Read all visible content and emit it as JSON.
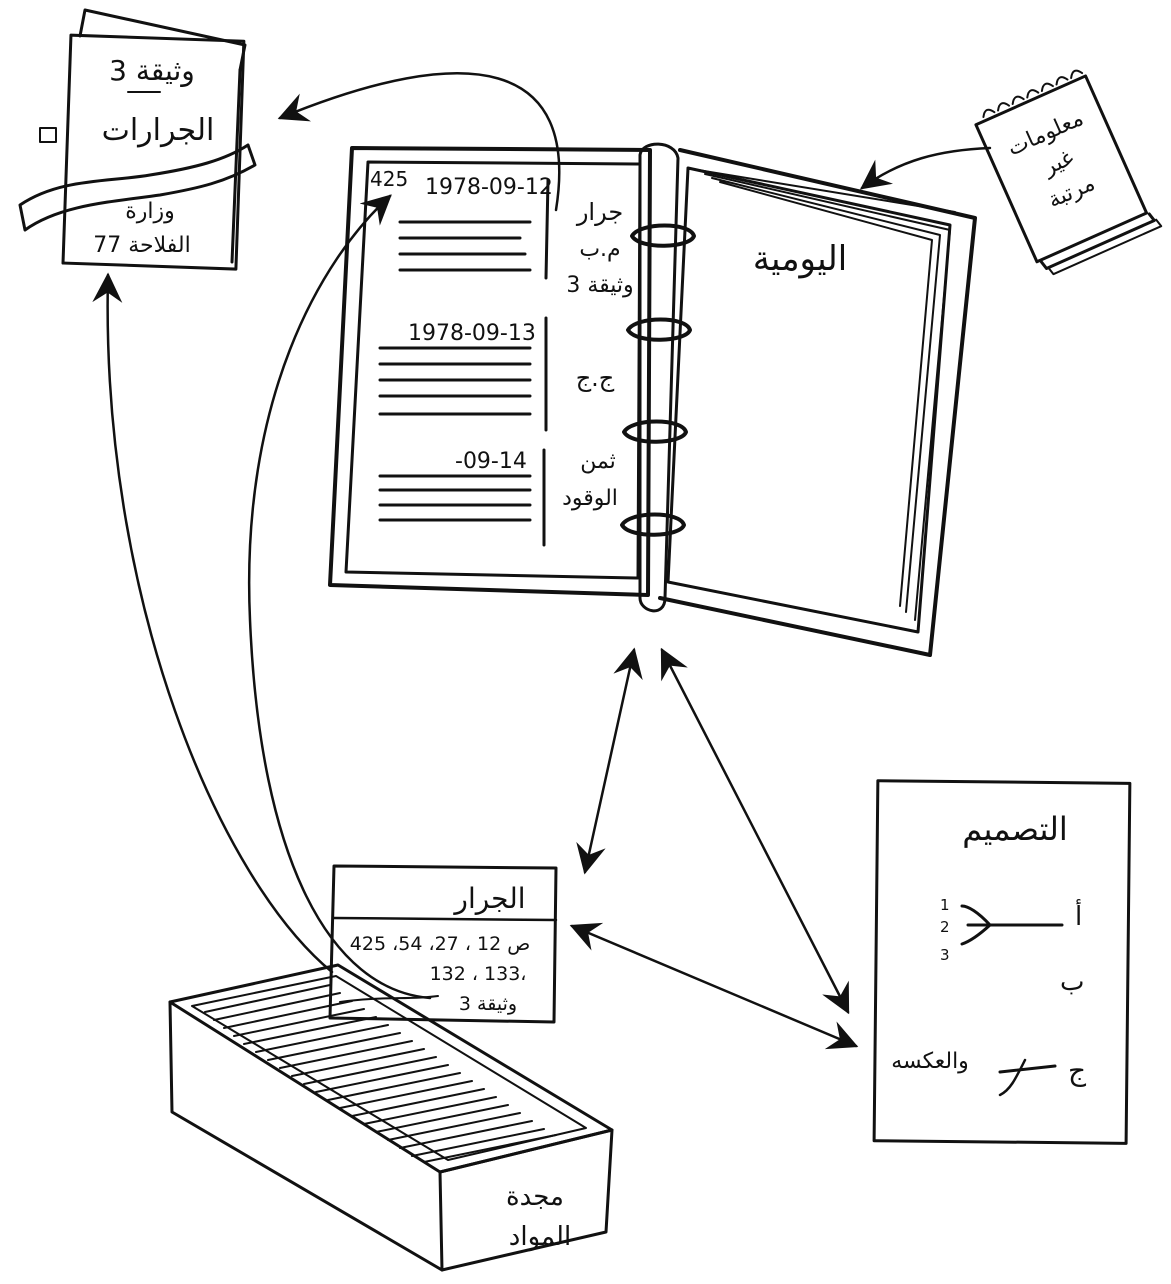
{
  "notebook": {
    "title": "اليومية",
    "entries": [
      {
        "page": "425",
        "date": "1978-09-12",
        "note_lines": [
          "جرار",
          "م.ب",
          "وثيقة 3"
        ]
      },
      {
        "date": "1978-09-13",
        "note_lines": [
          "ج.ج"
        ]
      },
      {
        "date": "-09-14",
        "note_lines": [
          "ثمن",
          "الوقود"
        ]
      }
    ]
  },
  "document": {
    "title_lines": [
      "وثيقة 3",
      "الجرارات"
    ],
    "footer_lines": [
      "وزارة",
      "الفلاحة 77"
    ]
  },
  "notepad": {
    "lines": [
      "معلومات",
      "غير",
      "مرتبة"
    ]
  },
  "index_card": {
    "heading": "الجرار",
    "body_lines": [
      "ص 12 ، 27، 54، 425",
      "132 ، 133،",
      "وثيقة 3"
    ]
  },
  "card_box": {
    "label_lines": [
      "مجدة",
      "المواد"
    ]
  },
  "design_sheet": {
    "title": "التصميم",
    "rows": [
      {
        "letter": "أ",
        "numbers": [
          "1",
          "2",
          "3"
        ]
      },
      {
        "letter": "ب"
      },
      {
        "letter": "ج",
        "note": "والعكسه"
      }
    ]
  }
}
